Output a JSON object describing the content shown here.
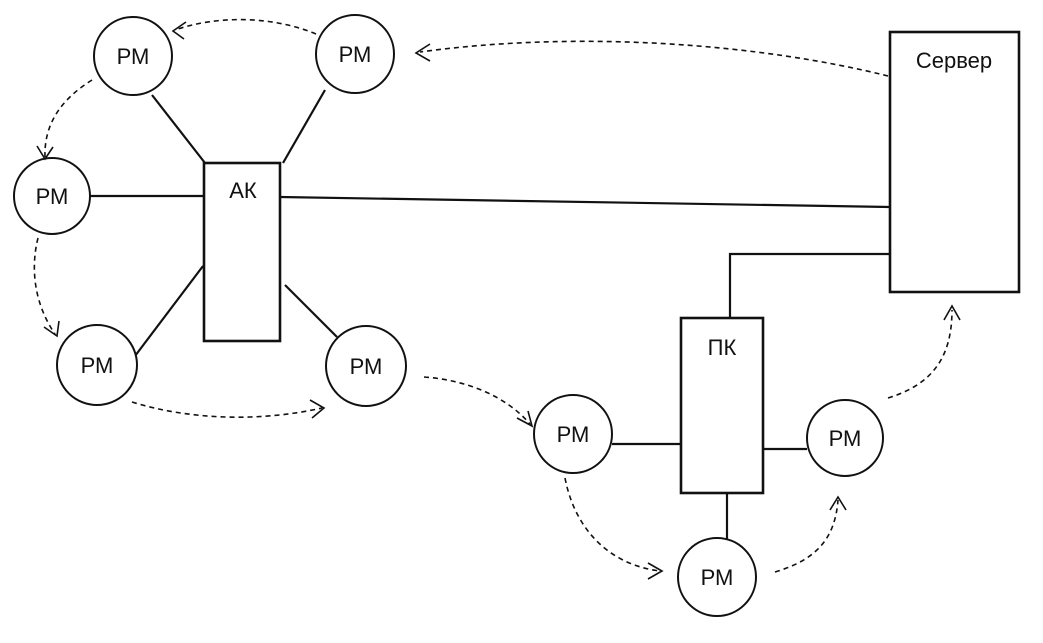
{
  "labels": {
    "server": "Сервер",
    "ak": "АК",
    "pk": "ПК",
    "node": "РМ"
  },
  "nodes": [
    "РМ",
    "РМ",
    "РМ",
    "РМ",
    "РМ",
    "РМ",
    "РМ",
    "РМ"
  ],
  "colors": {
    "stroke": "#111111",
    "background": "#ffffff"
  }
}
